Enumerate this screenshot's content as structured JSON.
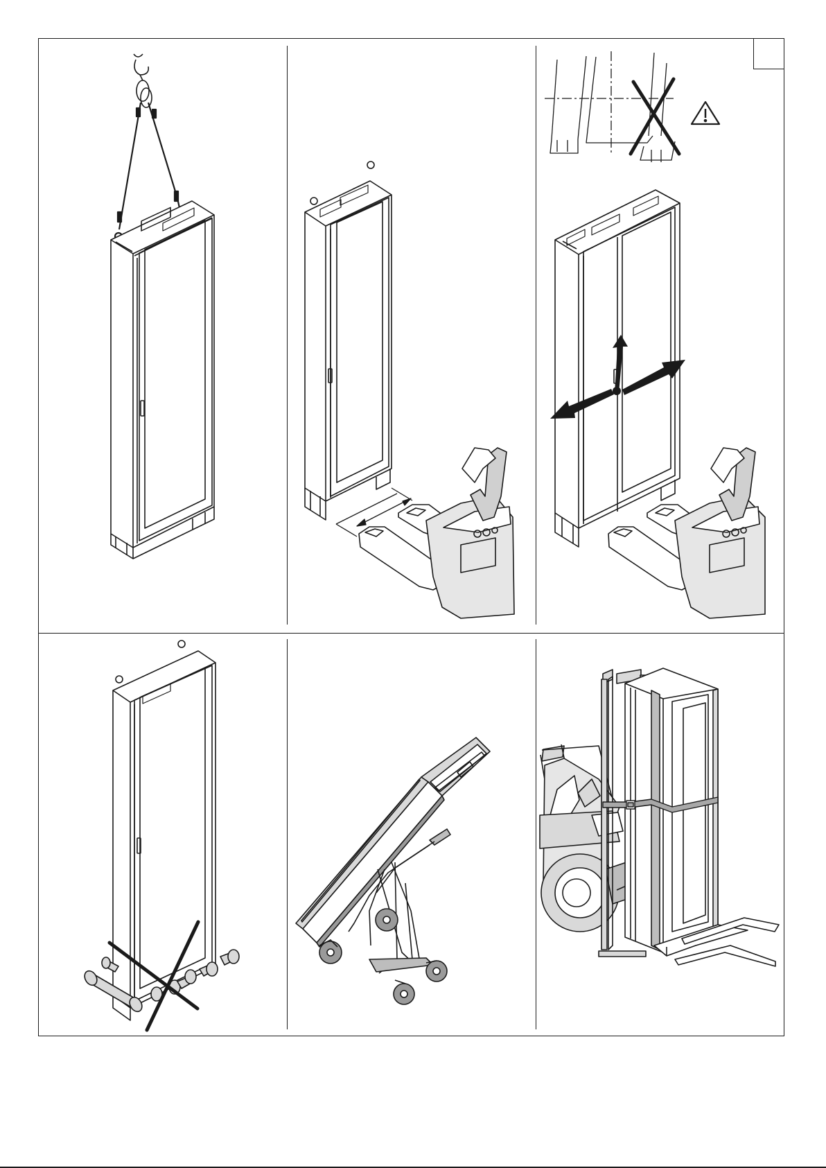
{
  "document": {
    "colors": {
      "ink": "#1a1a1a",
      "shade": "#d9d9d9",
      "dark": "#6f6f6f",
      "paper": "#ffffff"
    },
    "panels": [
      {
        "id": "crane-lift",
        "icons": [
          "crane-hook-icon",
          "lifting-sling-icon",
          "cabinet-icon"
        ]
      },
      {
        "id": "pallet-truck-width",
        "icons": [
          "cabinet-icon",
          "dimension-arrow-icon",
          "pallet-truck-icon"
        ]
      },
      {
        "id": "pallet-truck-center-of-gravity",
        "icons": [
          "center-of-gravity-icon",
          "cross-prohibited-icon",
          "warning-triangle-icon",
          "cabinet-icon",
          "pallet-truck-icon"
        ]
      },
      {
        "id": "no-rollers",
        "icons": [
          "cabinet-icon",
          "roller-icon",
          "cross-prohibited-icon"
        ]
      },
      {
        "id": "hand-trolley",
        "icons": [
          "hand-trolley-icon",
          "cabinet-icon"
        ]
      },
      {
        "id": "forklift-strap",
        "icons": [
          "warning-triangle-icon",
          "down-arrow-icon",
          "forklift-icon",
          "strap-icon",
          "cabinet-icon"
        ]
      }
    ]
  }
}
